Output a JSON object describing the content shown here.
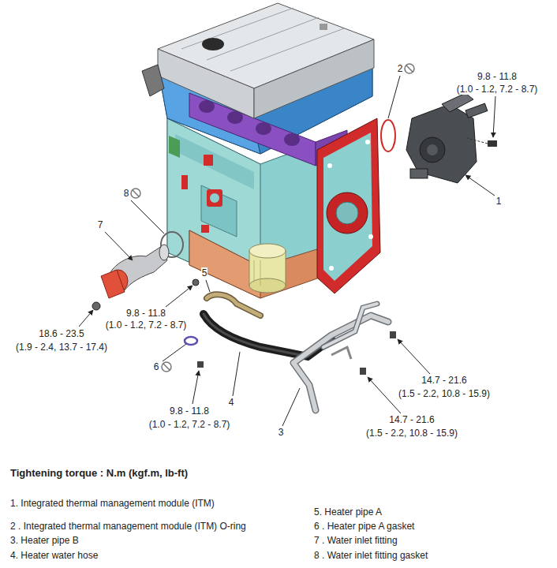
{
  "diagram": {
    "labels": [
      "2",
      "9.8 - 11.8",
      "(1.0 - 1.2, 7.2 - 8.7)",
      "1",
      "8",
      "7",
      "5",
      "9.8 - 11.8",
      "(1.0 - 1.2, 7.2 - 8.7)",
      "18.6 - 23.5",
      "(1.9 - 2.4, 13.7 - 17.4)",
      "6",
      "14.7 - 21.6",
      "(1.5 - 2.2, 10.8 - 15.9)",
      "4",
      "9.8 - 11.8",
      "(1.0 - 1.2, 7.2 - 8.7)",
      "14.7 - 21.6",
      "(1.5 - 2.2, 10.8 - 15.9)",
      "3",
      "Tightening torque : N.m (kgf.m, lb-ft)",
      "1. Integrated thermal management module (ITM)",
      "2 . Integrated thermal management module (ITM) O-ring",
      "3. Heater pipe B",
      "4. Heater water hose",
      "5. Heater pipe A",
      "6 . Heater pipe A gasket",
      "7 . Water inlet fitting",
      "8 . Water inlet fitting gasket"
    ]
  }
}
